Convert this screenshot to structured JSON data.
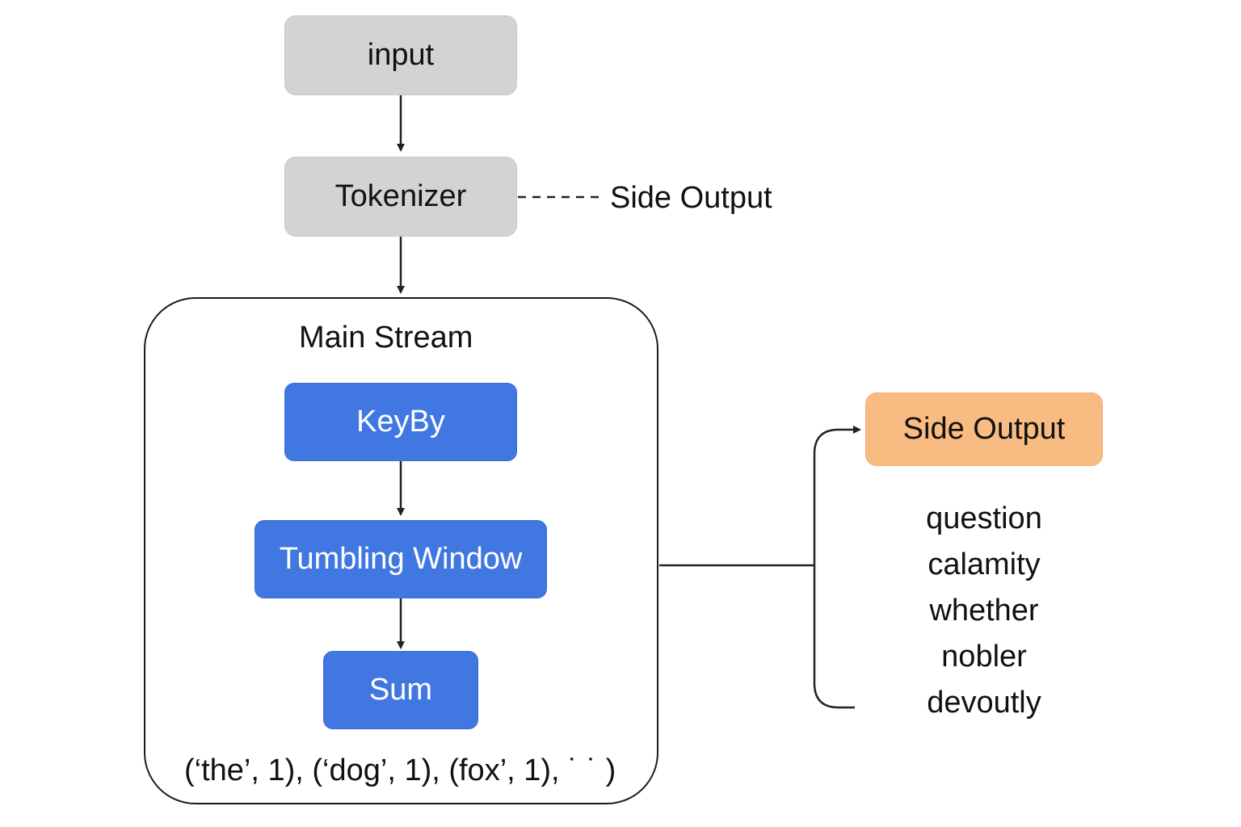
{
  "nodes": {
    "input": "input",
    "tokenizer": "Tokenizer",
    "keyby": "KeyBy",
    "tumbling_window": "Tumbling Window",
    "sum": "Sum",
    "side_output_box": "Side Output"
  },
  "labels": {
    "side_output_dashed": "Side Output",
    "main_stream_title": "Main Stream",
    "main_stream_output": "(‘the’, 1), (‘dog’, 1), (fox’, 1), ˙ ˙ )"
  },
  "side_output_words": [
    "question",
    "calamity",
    "whether",
    "nobler",
    "devoutly"
  ],
  "colors": {
    "gray_node": "#d3d3d3",
    "blue_node": "#4177e1",
    "orange_node": "#f8bb82"
  }
}
